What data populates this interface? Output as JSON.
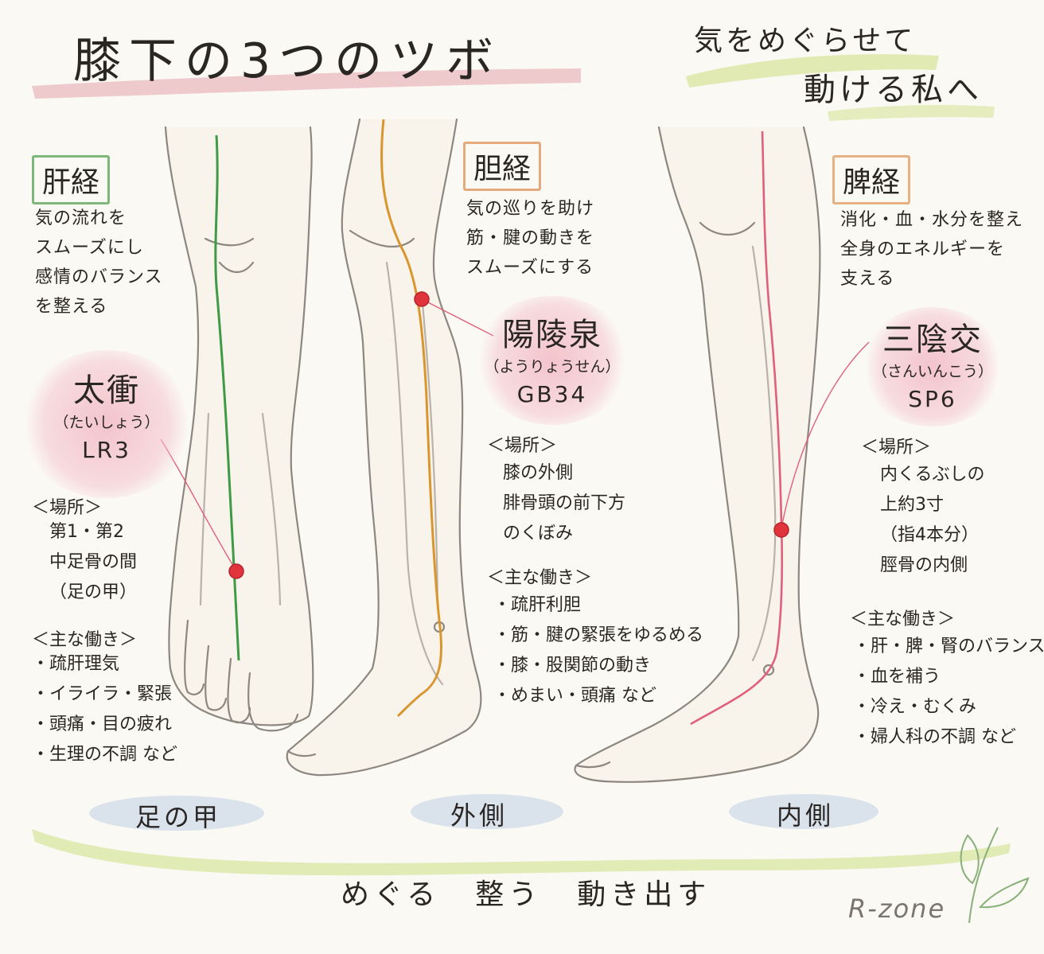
{
  "header": {
    "title": "膝下の3つのツボ",
    "tagline_line1": "気をめぐらせて",
    "tagline_line2": "動ける私へ"
  },
  "colors": {
    "liver_meridian": "#3f9a45",
    "gallbladder_meridian": "#d9962f",
    "spleen_meridian": "#e0607a",
    "acupoint": "#e0333c",
    "point_highlight": "#f3bcc8",
    "brush_pink": "#eab7ba",
    "brush_green": "#dbe7a6",
    "brush_blue": "#c4d3e8"
  },
  "liver": {
    "meridian": "肝経",
    "desc": [
      "気の流れを",
      "スムーズにし",
      "感情のバランス",
      "を整える"
    ],
    "point_name": "太衝",
    "point_reading": "（たいしょう）",
    "point_code": "LR3",
    "location_label": "＜場所＞",
    "location": [
      "第1・第2",
      "中足骨の間",
      "（足の甲）"
    ],
    "effects_label": "＜主な働き＞",
    "effects": [
      "・疏肝理気",
      "・イライラ・緊張",
      "・頭痛・目の疲れ",
      "・生理の不調 など"
    ],
    "view_label": "足の甲"
  },
  "gallbladder": {
    "meridian": "胆経",
    "desc": [
      "気の巡りを助け",
      "筋・腱の動きを",
      "スムーズにする"
    ],
    "point_name": "陽陵泉",
    "point_reading": "（ようりょうせん）",
    "point_code": "GB34",
    "location_label": "＜場所＞",
    "location": [
      "膝の外側",
      "腓骨頭の前下方",
      "のくぼみ"
    ],
    "effects_label": "＜主な働き＞",
    "effects": [
      "・疏肝利胆",
      "・筋・腱の緊張をゆるめる",
      "・膝・股関節の動き",
      "・めまい・頭痛 など"
    ],
    "view_label": "外側"
  },
  "spleen": {
    "meridian": "脾経",
    "desc": [
      "消化・血・水分を整え",
      "全身のエネルギーを",
      "支える"
    ],
    "point_name": "三陰交",
    "point_reading": "（さんいんこう）",
    "point_code": "SP6",
    "location_label": "＜場所＞",
    "location": [
      "内くるぶしの",
      "上約3寸",
      "（指4本分）",
      "脛骨の内側"
    ],
    "effects_label": "＜主な働き＞",
    "effects": [
      "・肝・脾・腎のバランス",
      "・血を補う",
      "・冷え・むくみ",
      "・婦人科の不調 など"
    ],
    "view_label": "内側"
  },
  "footer": {
    "slogan": [
      "めぐる",
      "整う",
      "動き出す"
    ],
    "logo": "R-zone"
  }
}
